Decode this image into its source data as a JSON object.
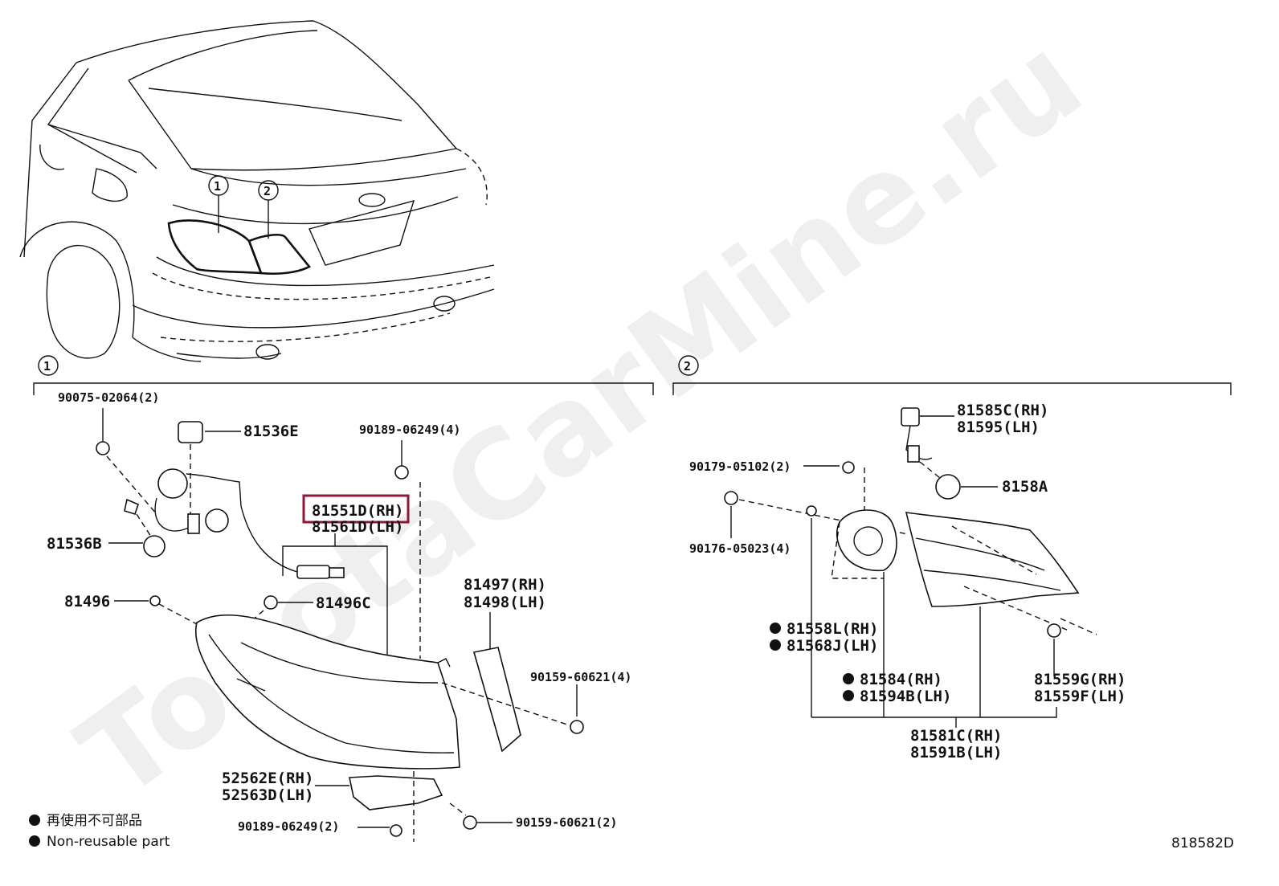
{
  "watermark": "ToyotaCarMine.ru",
  "callouts": {
    "c1": "1",
    "c2": "2"
  },
  "parts_left": {
    "p90075": "90075-02064(2)",
    "p81536E": "81536E",
    "p90189a": "90189-06249(4)",
    "p81551D": "81551D(RH)",
    "p81561D": "81561D(LH)",
    "p81536B": "81536B",
    "p81496": "81496",
    "p81496C": "81496C",
    "p81497": "81497(RH)",
    "p81498": "81498(LH)",
    "p90159a": "90159-60621(4)",
    "p52562E": "52562E(RH)",
    "p52563D": "52563D(LH)",
    "p90189b": "90189-06249(2)",
    "p90159b": "90159-60621(2)"
  },
  "parts_right": {
    "p81585C": "81585C(RH)",
    "p81595": "81595(LH)",
    "p90179": "90179-05102(2)",
    "p8158A": "8158A",
    "p90176": "90176-05023(4)",
    "p81558L": "81558L(RH)",
    "p81568J": "81568J(LH)",
    "p81584": "81584(RH)",
    "p81594B": "81594B(LH)",
    "p81559G": "81559G(RH)",
    "p81559F": "81559F(LH)",
    "p81581C": "81581C(RH)",
    "p81591B": "81591B(LH)"
  },
  "legend": {
    "line1": "再使用不可部品",
    "line2": "Non-reusable part"
  },
  "diagram_code": "818582D",
  "colors": {
    "highlight": "#8e1836"
  }
}
